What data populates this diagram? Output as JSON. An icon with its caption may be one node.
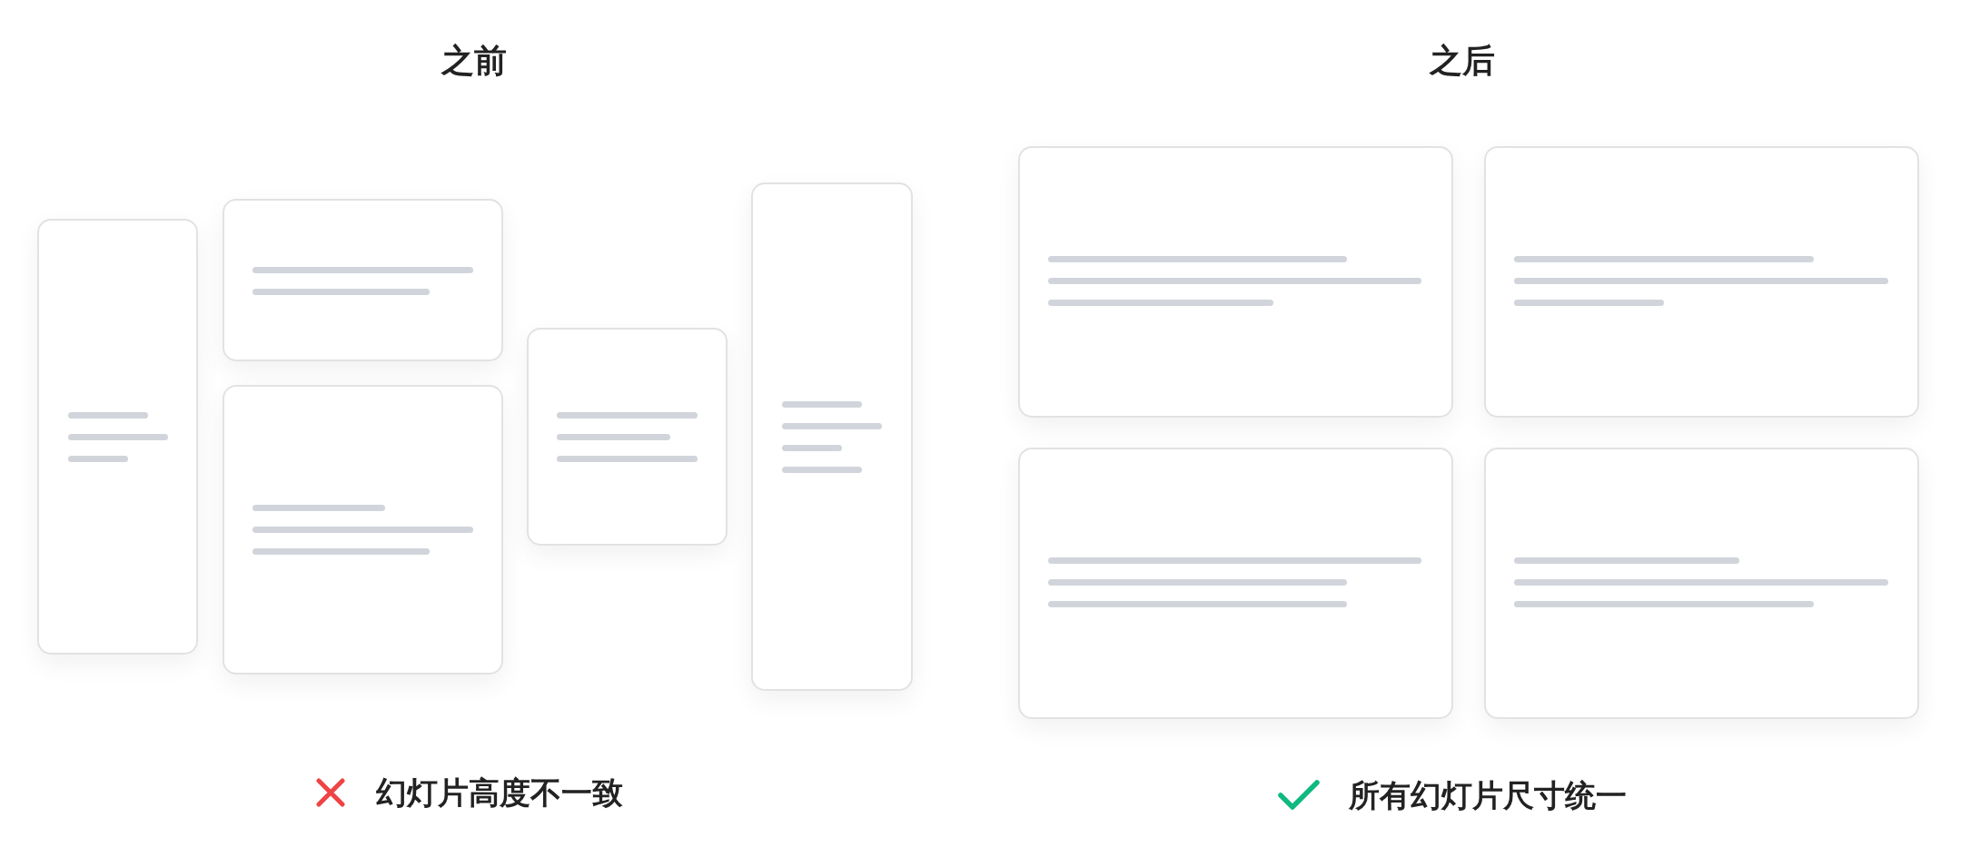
{
  "diagram": {
    "nodes": [
      {
        "text": [],
        "shape": "box"
      },
      {
        "text": [],
        "shape": "box"
      },
      {
        "text": [],
        "shape": "box"
      },
      {
        "text": [],
        "shape": "box"
      },
      {
        "text": [],
        "shape": "box"
      },
      {
        "text": [],
        "shape": "box"
      },
      {
        "text": [],
        "shape": "box"
      },
      {
        "text": [],
        "shape": "box"
      },
      {
        "text": [],
        "shape": "box"
      }
    ],
    "labels": [
      "之前",
      "之后",
      "幻灯片高度不一致",
      "所有幻灯片尺寸统一"
    ]
  }
}
